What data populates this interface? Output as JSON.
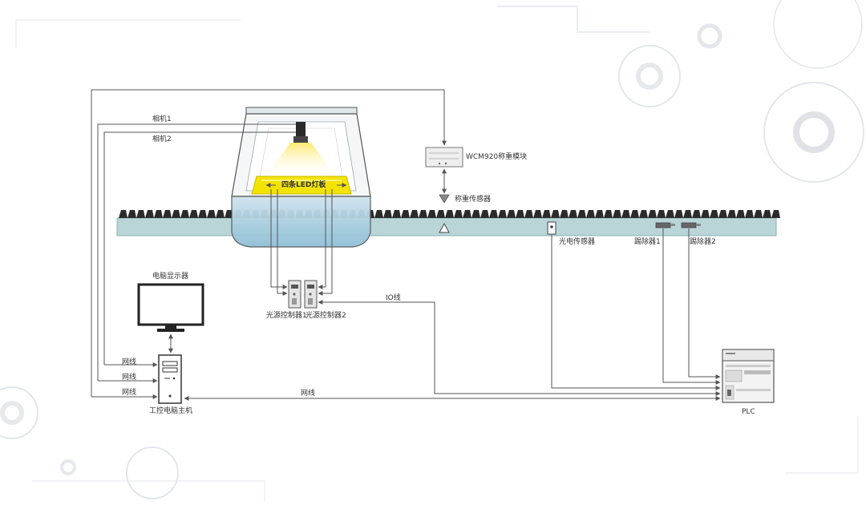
{
  "labels": {
    "camera1": "相机1",
    "camera2": "相机2",
    "led_panel": "四条LED灯板",
    "weighing_module": "WCM920称重模块",
    "weight_sensor": "称重传感器",
    "photo_sensor": "光电传感器",
    "rejector1": "踢除器1",
    "rejector2": "踢除器2",
    "monitor": "电脑显示器",
    "light_controller1": "光源控制器1",
    "light_controller2": "光源控制器2",
    "io_line": "IO线",
    "network1": "网线",
    "network2": "网线",
    "network3": "网线",
    "network_pc_plc": "网线",
    "ipc_host": "工控电脑主机",
    "plc": "PLC"
  },
  "colors": {
    "line": "#555555",
    "led_yellow": "#f2e600",
    "conveyor": "#b7d4d6",
    "hood_glass": "#a9cfe0"
  }
}
